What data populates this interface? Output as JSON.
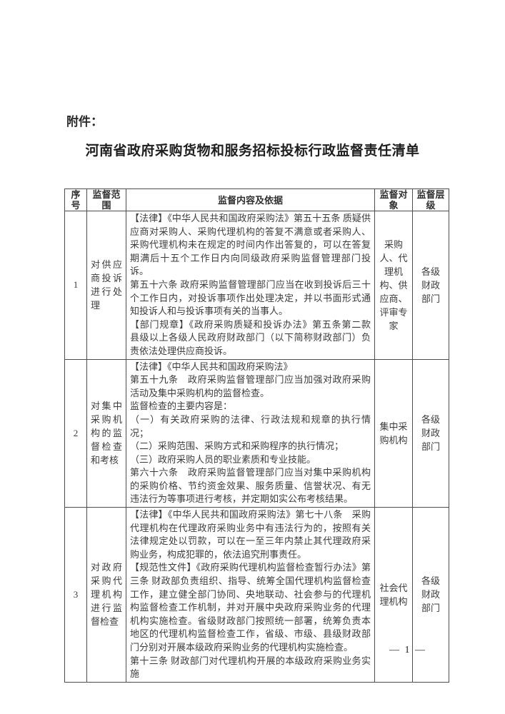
{
  "page": {
    "attachment_label": "附件：",
    "title": "河南省政府采购货物和服务招标投标行政监督责任清单",
    "page_number": "— 1 —"
  },
  "table": {
    "headers": [
      "序号",
      "监督范围",
      "监督内容及依据",
      "监督对象",
      "监督层级"
    ],
    "rows": [
      {
        "no": "1",
        "scope": "对供应商投诉进行处理",
        "content": [
          "【法律】《中华人民共和国政府采购法》第五十五条 质疑供应商对采购人、采购代理机构的答复不满意或者采购人、采购代理机构未在规定的时间内作出答复的，可以在答复期满后十五个工作日内向同级政府采购监督管理部门投诉。",
          "第五十六条 政府采购监督管理部门应当在收到投诉后三十个工作日内，对投诉事项作出处理决定，并以书面形式通知投诉人和与投诉事项有关的当事人。",
          "【部门规章】《政府采购质疑和投诉办法》第五条第二款　县级以上各级人民政府财政部门（以下简称财政部门）负责依法处理供应商投诉。"
        ],
        "object": "采购人、代理机构、供应商、评审专家",
        "level": "各级财政部门"
      },
      {
        "no": "2",
        "scope": "对集中采购机构的监督检查和考核",
        "content": [
          "【法律】《中华人民共和国政府采购法》",
          "第五十九条　政府采购监督管理部门应当加强对政府采购活动及集中采购机构的监督检查。",
          "监督检查的主要内容是：",
          "（一）有关政府采购的法律、行政法规和规章的执行情况；",
          "（二）采购范围、采购方式和采购程序的执行情况；",
          "（三）政府采购人员的职业素质和专业技能。",
          "第六十六条　政府采购监督管理部门应当对集中采购机构的采购价格、节约资金效果、服务质量、信誉状况、有无违法行为等事项进行考核，并定期如实公布考核结果。"
        ],
        "object": "集中采购机构",
        "level": "各级财政部门"
      },
      {
        "no": "3",
        "scope": "对政府采购代理机构进行监督检查",
        "content": [
          "【法律】《中华人民共和国政府采购法》第七十八条　采购代理机构在代理政府采购业务中有违法行为的，按照有关法律规定处以罚款，可以在一至三年内禁止其代理政府采购业务，构成犯罪的，依法追究刑事责任。",
          "【规范性文件】《政府采购代理机构监督检查暂行办法》第三条 财政部负责组织、指导、统筹全国代理机构监督检查工作，建立健全部门协同、央地联动、社会参与的代理机构监督检查工作机制，并对开展中央政府采购业务的代理机构实施检查。省级财政部门按照统一部署，统筹负责本地区的代理机构监督检查工作，省级、市级、县级财政部门分别对开展本级政府采购业务的代理机构实施检查。",
          "第十三条 财政部门对代理机构开展的本级政府采购业务实施"
        ],
        "object": "社会代理机构",
        "level": "各级财政部门"
      }
    ]
  }
}
